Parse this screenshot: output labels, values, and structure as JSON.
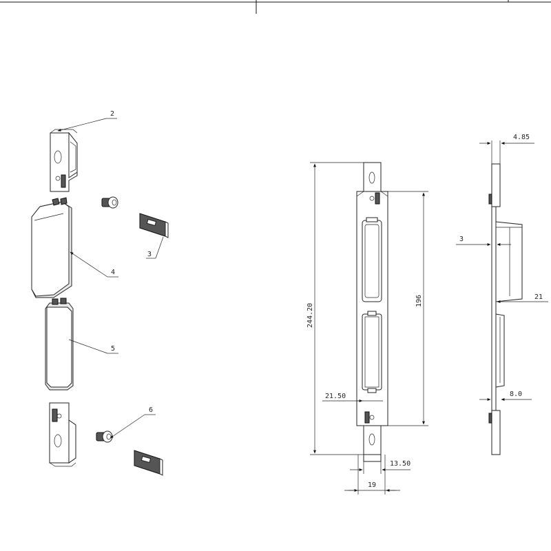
{
  "callouts": [
    "2",
    "3",
    "4",
    "5",
    "6"
  ],
  "front_view": {
    "overall_height": "244.20",
    "inner_height": "196",
    "body_width": "21.50",
    "tab_width": "13.50",
    "base_width": "19"
  },
  "side_view": {
    "thickness_top": "4.85",
    "wall": "3",
    "depth": "21",
    "offset": "8.0"
  },
  "colors": {
    "line": "#111111",
    "hatch": "#555555"
  }
}
